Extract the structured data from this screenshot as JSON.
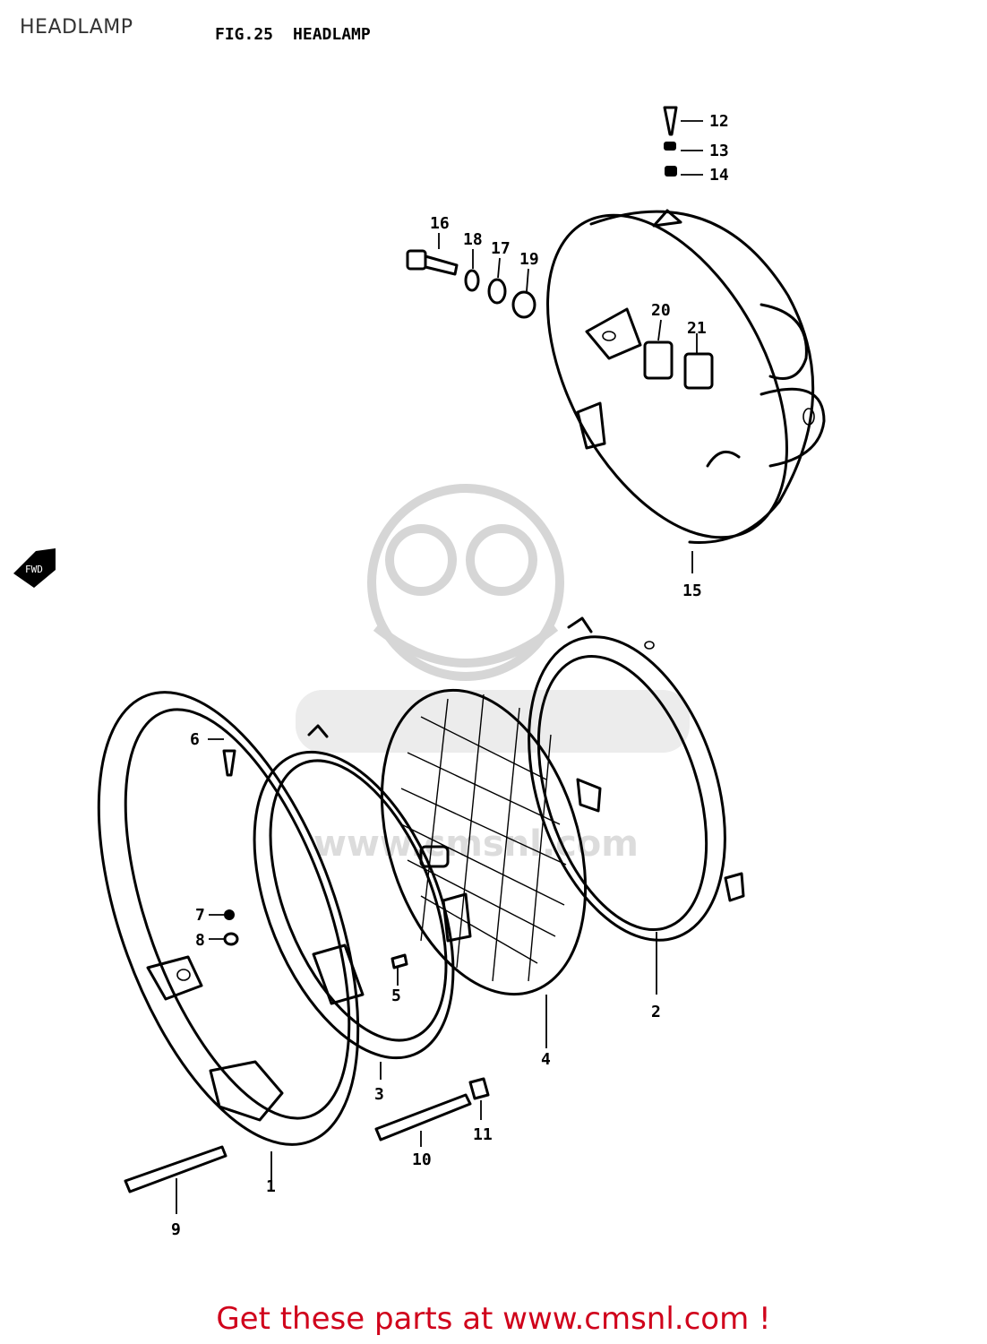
{
  "page": {
    "title": "HEADLAMP",
    "figure_number": "FIG.25",
    "figure_title": "HEADLAMP"
  },
  "fwd_arrow_label": "FWD",
  "callouts": {
    "p1": "1",
    "p2": "2",
    "p3": "3",
    "p4": "4",
    "p5": "5",
    "p6": "6",
    "p7": "7",
    "p8": "8",
    "p9": "9",
    "p10": "10",
    "p11": "11",
    "p12": "12",
    "p13": "13",
    "p14": "14",
    "p15": "15",
    "p16": "16",
    "p17": "17",
    "p18": "18",
    "p19": "19",
    "p20": "20",
    "p21": "21"
  },
  "watermark": {
    "text": "www.cmsnl.com",
    "color": "#dcdcdc"
  },
  "footer": {
    "text": "Get these parts at www.cmsnl.com !",
    "color": "#d0021b"
  }
}
